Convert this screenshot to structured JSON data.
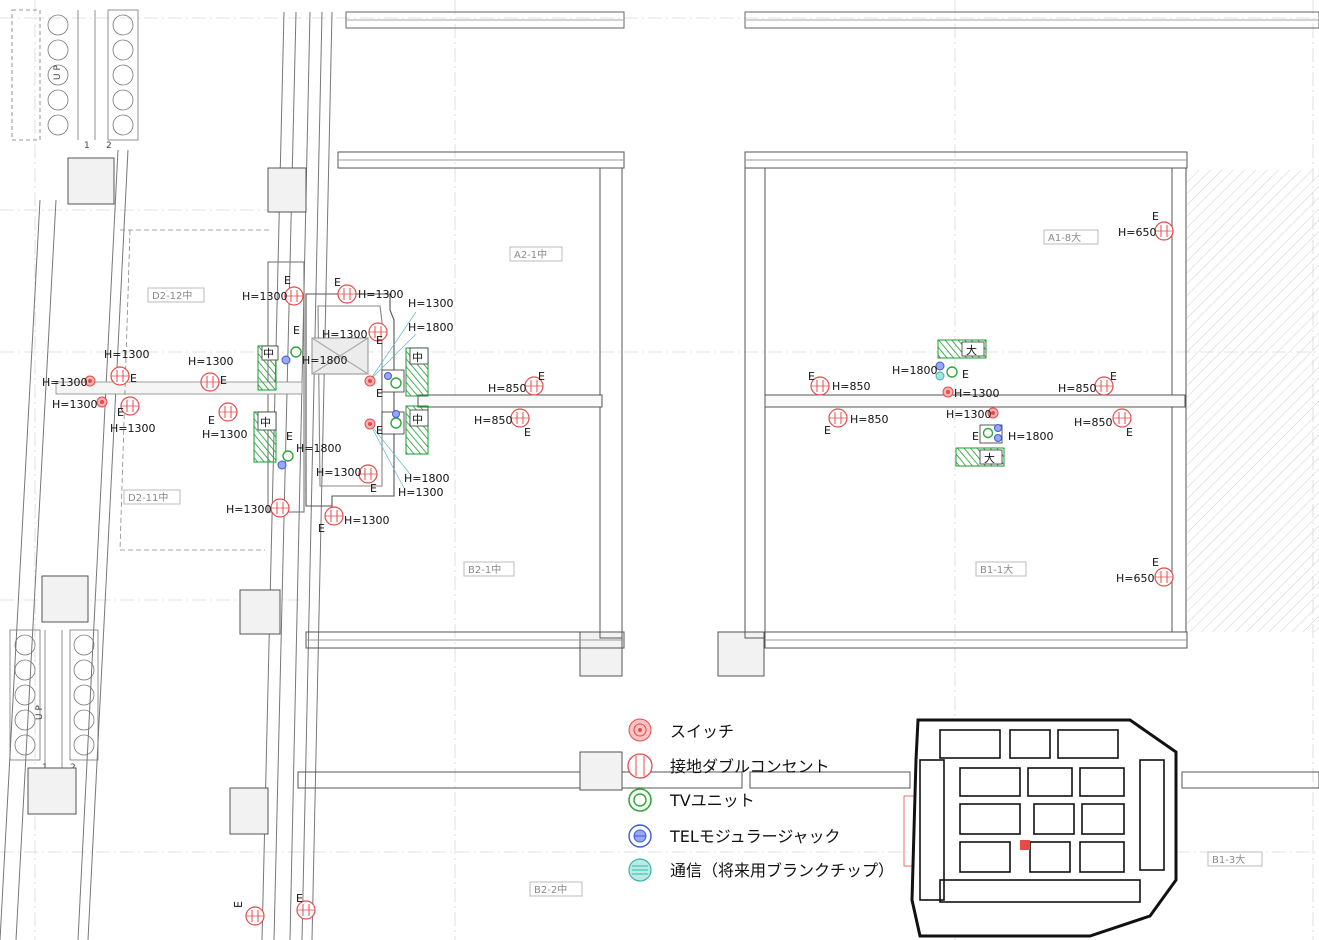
{
  "rooms": [
    "D2-12中",
    "A2-1中",
    "D2-11中",
    "B2-1中",
    "A1-8大",
    "B1-1大",
    "B2-2中",
    "B1-3大"
  ],
  "stairs": [
    "U P",
    "U P"
  ],
  "stair_numbers": [
    "1",
    "2",
    "1",
    "2"
  ],
  "sizes": [
    "中",
    "中",
    "中",
    "中",
    "大",
    "大"
  ],
  "e": "E",
  "heights": {
    "h650": "H=650",
    "h850": "H=850",
    "h1300": "H=1300",
    "h1800": "H=1800"
  },
  "legend": [
    {
      "label": "スイッチ",
      "icon": "switch-icon",
      "color": "#e84a4a"
    },
    {
      "label": "接地ダブルコンセント",
      "icon": "grounded-double-outlet-icon",
      "color": "#e84a4a"
    },
    {
      "label": "TVユニット",
      "icon": "tv-unit-icon",
      "color": "#2ea836"
    },
    {
      "label": "TELモジュラージャック",
      "icon": "tel-modular-jack-icon",
      "color": "#3b5bd9"
    },
    {
      "label": "通信（将来用ブランクチップ）",
      "icon": "communication-blank-chip-icon",
      "color": "#36b5a8"
    }
  ]
}
